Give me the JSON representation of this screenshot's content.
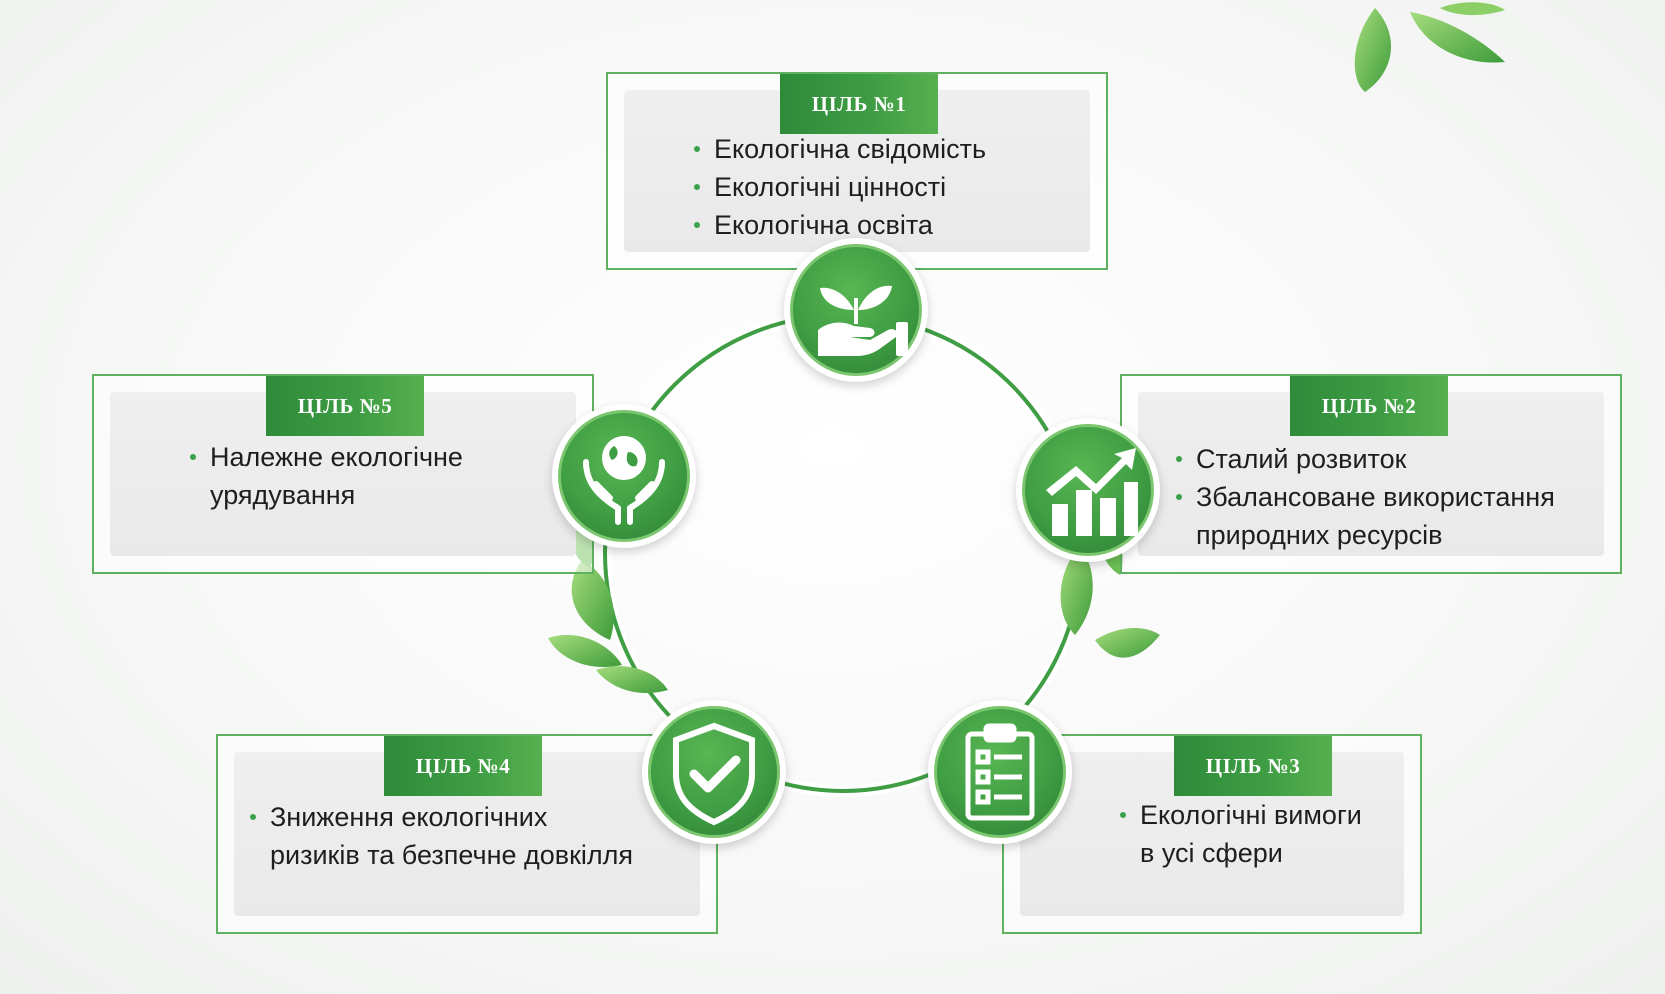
{
  "goals": [
    {
      "title": "ЦІЛЬ №1",
      "items": [
        "Екологічна свідомість",
        "Екологічні цінності",
        "Екологічна освіта"
      ],
      "icon": "hand-sprout-icon"
    },
    {
      "title": "ЦІЛЬ №2",
      "items": [
        "Сталий розвиток",
        "Збалансоване використання\nприродних ресурсів"
      ],
      "icon": "growth-chart-icon"
    },
    {
      "title": "ЦІЛЬ №3",
      "items": [
        "Екологічні вимоги\nв усі сфери"
      ],
      "icon": "clipboard-checklist-icon"
    },
    {
      "title": "ЦІЛЬ №4",
      "items": [
        "Зниження екологічних\nризиків та безпечне довкілля"
      ],
      "icon": "shield-check-icon"
    },
    {
      "title": "ЦІЛЬ №5",
      "items": [
        "Належне екологічне\nурядування"
      ],
      "icon": "hands-globe-icon"
    }
  ],
  "colors": {
    "accent": "#3f9e44",
    "border": "#5fb15f",
    "leaf": "#57b04f"
  }
}
